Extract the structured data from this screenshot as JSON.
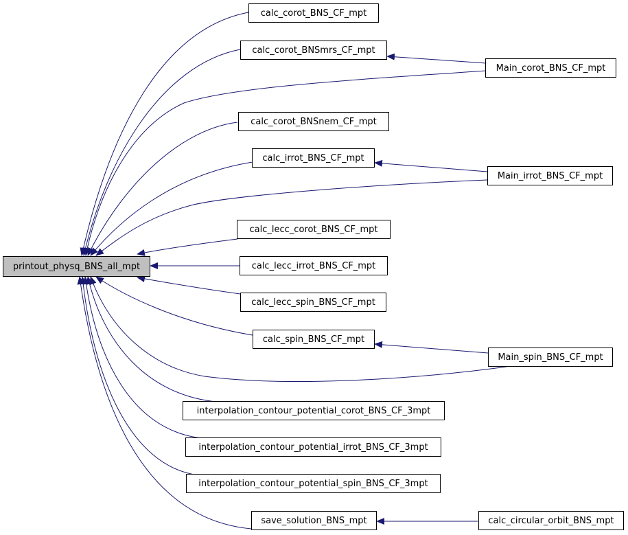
{
  "colors": {
    "edge": "#191970",
    "root_fill": "#bfbfbf",
    "node_fill": "#ffffff",
    "border": "#000000"
  },
  "nodes": {
    "root": "printout_physq_BNS_all_mpt",
    "calc_corot": "calc_corot_BNS_CF_mpt",
    "calc_corot_mrs": "calc_corot_BNSmrs_CF_mpt",
    "main_corot": "Main_corot_BNS_CF_mpt",
    "calc_corot_nem": "calc_corot_BNSnem_CF_mpt",
    "calc_irrot": "calc_irrot_BNS_CF_mpt",
    "main_irrot": "Main_irrot_BNS_CF_mpt",
    "calc_lecc_corot": "calc_lecc_corot_BNS_CF_mpt",
    "calc_lecc_irrot": "calc_lecc_irrot_BNS_CF_mpt",
    "calc_lecc_spin": "calc_lecc_spin_BNS_CF_mpt",
    "calc_spin": "calc_spin_BNS_CF_mpt",
    "main_spin": "Main_spin_BNS_CF_mpt",
    "interp_corot": "interpolation_contour_potential_corot_BNS_CF_3mpt",
    "interp_irrot": "interpolation_contour_potential_irrot_BNS_CF_3mpt",
    "interp_spin": "interpolation_contour_potential_spin_BNS_CF_3mpt",
    "save_solution": "save_solution_BNS_mpt",
    "calc_circular": "calc_circular_orbit_BNS_mpt"
  }
}
